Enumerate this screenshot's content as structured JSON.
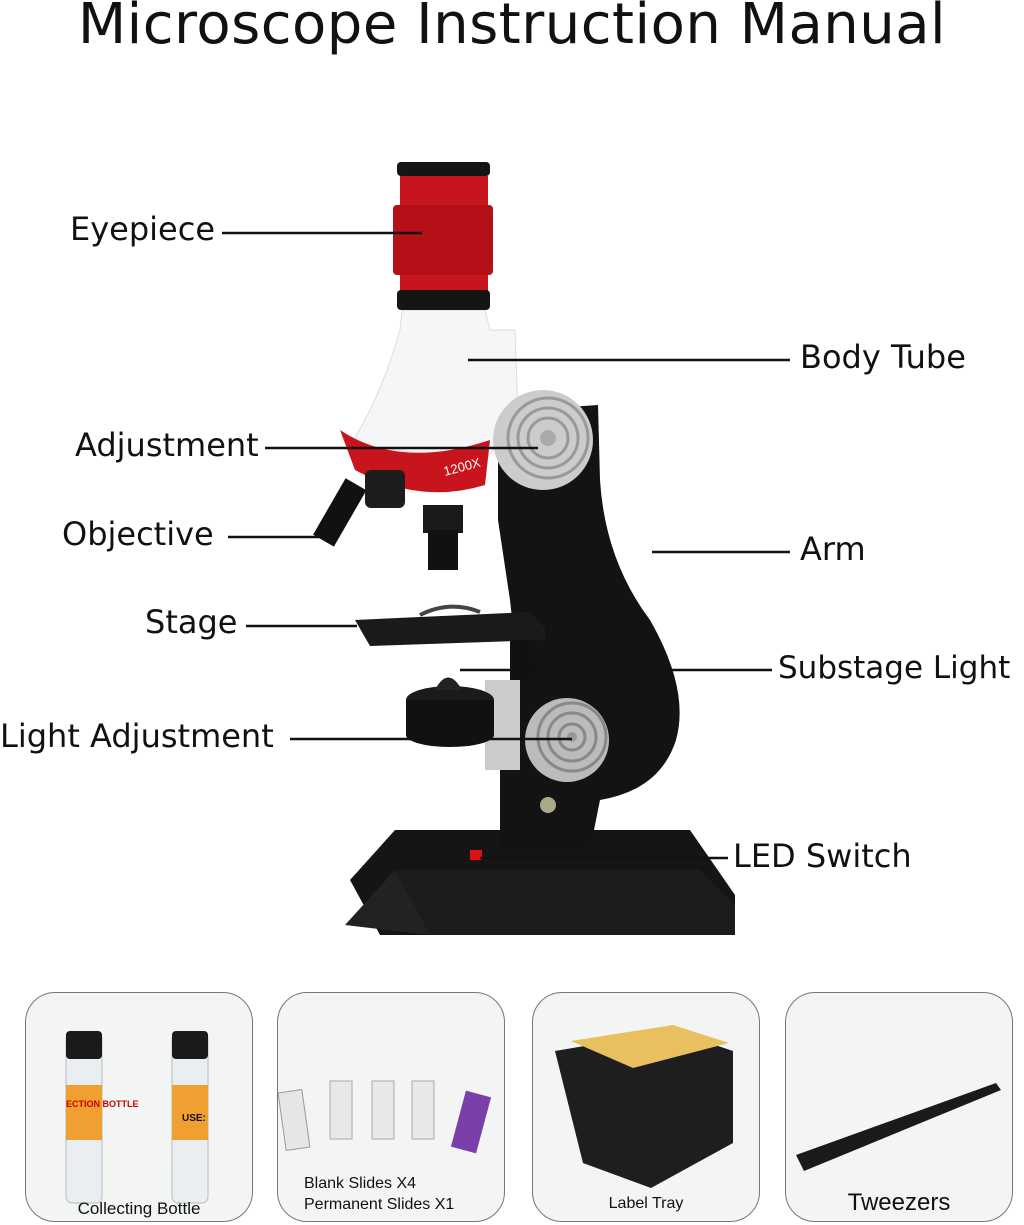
{
  "title": "Microscope Instruction Manual",
  "parts": {
    "eyepiece": "Eyepiece",
    "body_tube": "Body Tube",
    "adjustment": "Adjustment",
    "objective": "Objective",
    "arm": "Arm",
    "stage": "Stage",
    "substage_light": "Substage Light",
    "light_adjustment": "Light Adjustment",
    "led_switch": "LED Switch"
  },
  "magnification_marking": "1200X",
  "accessories": [
    {
      "caption": "Collecting Bottle",
      "bottle_label": "ECTION BOTTLE",
      "use": "USE:"
    },
    {
      "caption_line1": "Blank Slides X4",
      "caption_line2": "Permanent Slides X1"
    },
    {
      "caption": "Label Tray"
    },
    {
      "caption": "Tweezers"
    }
  ],
  "colors": {
    "eyepiece_red": "#c8141c",
    "body_black": "#151515",
    "knob_silver": "#c9c9c9"
  }
}
